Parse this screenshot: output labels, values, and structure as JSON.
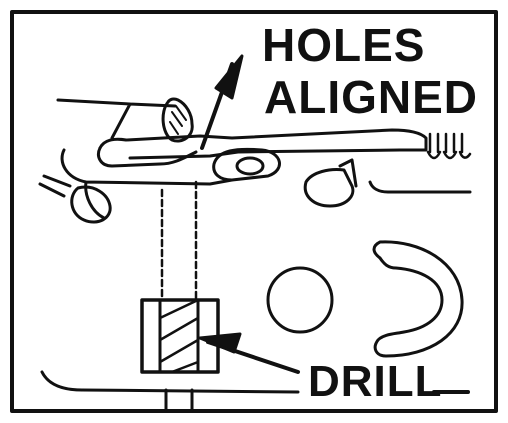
{
  "labels": {
    "line1": "HOLES",
    "line2": "ALIGNED",
    "drill": "DRILL"
  },
  "colors": {
    "ink": "#111111",
    "paper": "#ffffff"
  }
}
